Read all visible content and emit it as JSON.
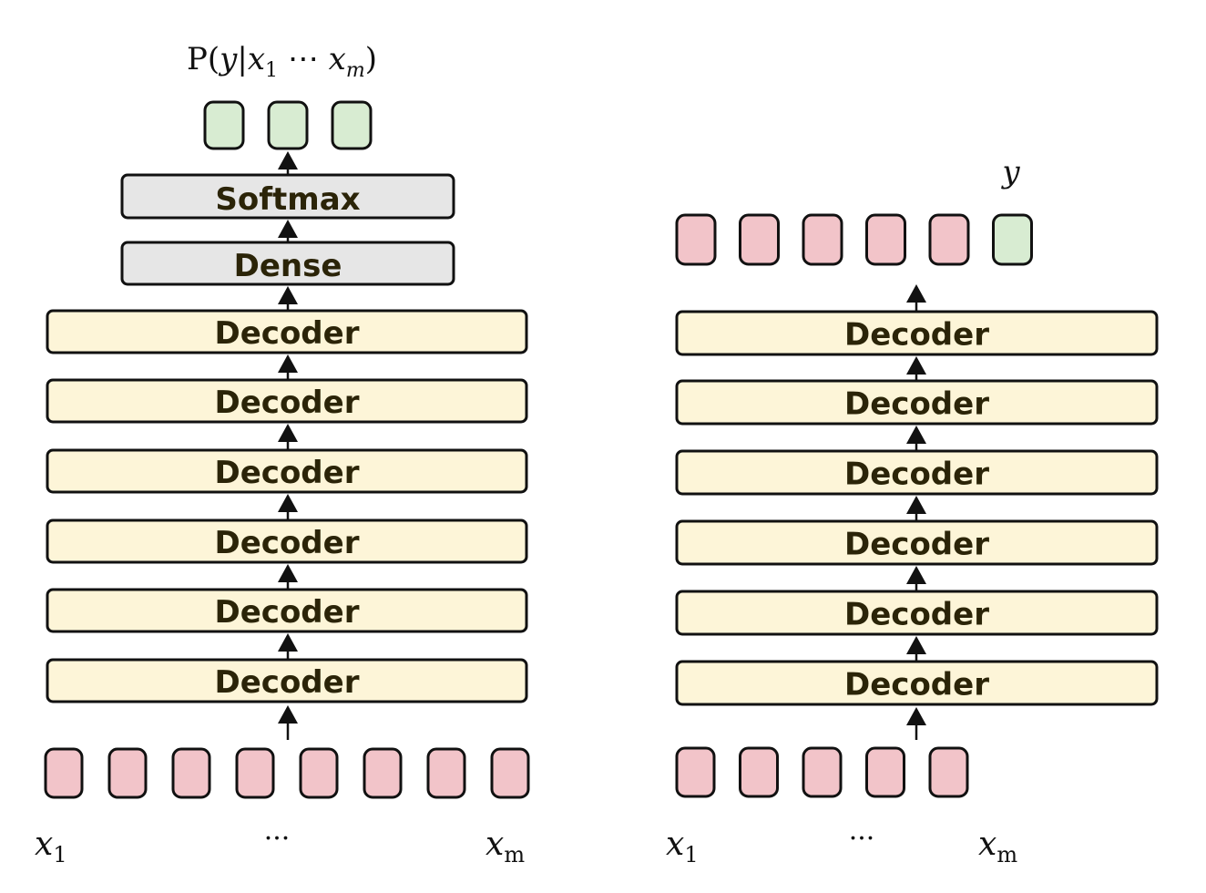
{
  "colors": {
    "decoder_fill": "#fdf5d8",
    "gray_fill": "#e6e6e6",
    "token_pink": "#f2c4c9",
    "token_green": "#d8ecd2",
    "stroke": "#111111",
    "text": "#2b2408"
  },
  "left": {
    "output_label": {
      "func": "P(",
      "y": "y",
      "bar": "|",
      "x": "x",
      "sub1": "1",
      "dots": " ⋯ ",
      "xm": "x",
      "subm": "m",
      "close": ")"
    },
    "softmax_label": "Softmax",
    "dense_label": "Dense",
    "decoder_labels": [
      "Decoder",
      "Decoder",
      "Decoder",
      "Decoder",
      "Decoder",
      "Decoder"
    ],
    "output_token_count": 3,
    "input_token_count": 8,
    "input_labels": {
      "first": "x",
      "first_sub": "1",
      "ellipsis": "···",
      "last": "x",
      "last_sub": "m"
    }
  },
  "right": {
    "output_label": "y",
    "decoder_labels": [
      "Decoder",
      "Decoder",
      "Decoder",
      "Decoder",
      "Decoder",
      "Decoder"
    ],
    "output_tokens": [
      "pink",
      "pink",
      "pink",
      "pink",
      "pink",
      "green"
    ],
    "input_token_count": 5,
    "input_labels": {
      "first": "x",
      "first_sub": "1",
      "ellipsis": "···",
      "last": "x",
      "last_sub": "m"
    }
  }
}
